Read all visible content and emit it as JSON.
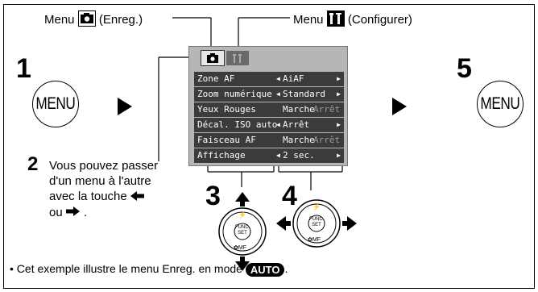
{
  "top": {
    "menu_label_1": "Menu",
    "menu_desc_1": "(Enreg.)",
    "menu_label_2": "Menu",
    "menu_desc_2": "(Configurer)"
  },
  "steps": {
    "step1": "1",
    "step2": "2",
    "step3": "3",
    "step4": "4",
    "step5": "5"
  },
  "buttons": {
    "menu_left": "MENU",
    "menu_right": "MENU"
  },
  "screen": {
    "rows": [
      {
        "key": "Zone AF",
        "value": "AiAF",
        "alt": "",
        "left_arrow": true,
        "right_arrow": true
      },
      {
        "key": "Zoom numérique",
        "value": "Standard",
        "alt": "",
        "left_arrow": true,
        "right_arrow": true
      },
      {
        "key": "Yeux Rouges",
        "value": "Marche",
        "alt": "Arrêt",
        "left_arrow": false,
        "right_arrow": false
      },
      {
        "key": "Décal. ISO auto",
        "value": "Arrêt",
        "alt": "",
        "left_arrow": true,
        "right_arrow": true
      },
      {
        "key": "Faisceau AF",
        "value": "Marche",
        "alt": "Arrêt",
        "left_arrow": false,
        "right_arrow": false
      },
      {
        "key": "Affichage",
        "value": "2 sec.",
        "alt": "",
        "left_arrow": true,
        "right_arrow": true
      }
    ]
  },
  "step2_text": {
    "line1": "Vous pouvez passer",
    "line2": "d'un menu à l'autre",
    "line3": "avec la touche",
    "line4": "ou"
  },
  "dial": {
    "center_1": "FUNC.",
    "center_2": "SET",
    "top_symbol": "⚡",
    "bottom_symbol": "✿MF"
  },
  "footer": {
    "bullet": "•",
    "text": "Cet exemple illustre le menu Enreg. en mode",
    "mode_badge": "AUTO",
    "end": "."
  }
}
